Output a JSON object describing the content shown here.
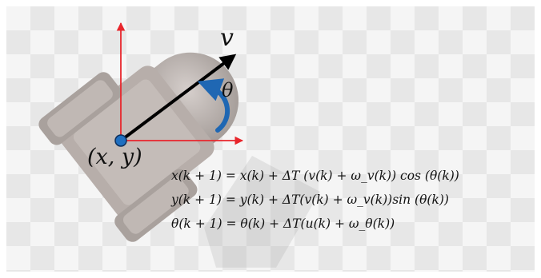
{
  "labels": {
    "velocity": "v",
    "heading": "θ",
    "position": "(x, y)"
  },
  "equations": [
    "x(k + 1) = x(k) + ΔT (v(k) + ω_v(k)) cos (θ(k))",
    "y(k + 1) = y(k) + ΔT(v(k) + ω_v(k))sin (θ(k))",
    "θ(k + 1) = θ(k) + ΔT(u(k) + ω_θ(k))"
  ],
  "colors": {
    "axes": "#e8262c",
    "velocity_arrow": "#000000",
    "heading_arc": "#1f67b3",
    "origin_point": "#1f6fc0",
    "robot_body": "#b9b1ad"
  },
  "icons": {
    "robot": "wheeled-robot-top-view"
  }
}
